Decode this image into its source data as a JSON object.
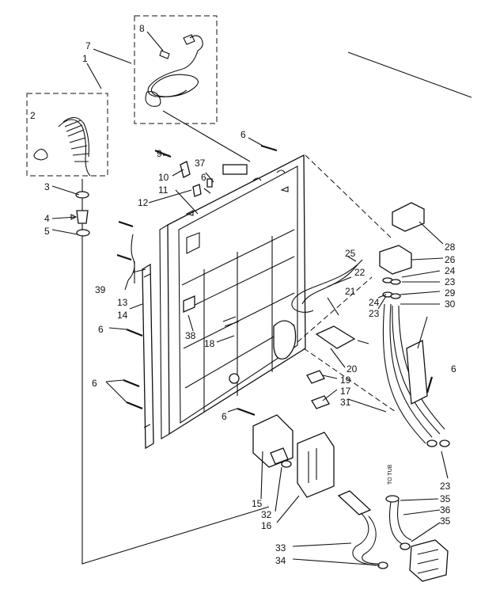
{
  "labels": {
    "l1": "1",
    "l2": "2",
    "l3": "3",
    "l4": "4",
    "l5": "5",
    "l6a": "6",
    "l6b": "6",
    "l6c": "6",
    "l6d": "6",
    "l6e": "6",
    "l6f": "6",
    "l7": "7",
    "l8": "8",
    "l9": "9",
    "l10": "10",
    "l11": "11",
    "l12": "12",
    "l13": "13",
    "l14": "14",
    "l15": "15",
    "l16": "16",
    "l17": "17",
    "l18": "18",
    "l19": "19",
    "l20": "20",
    "l21": "21",
    "l22": "22",
    "l23a": "23",
    "l23b": "23",
    "l23c": "23",
    "l24a": "24",
    "l24b": "24",
    "l25": "25",
    "l26": "26",
    "l28": "28",
    "l29": "29",
    "l30": "30",
    "l31": "31",
    "l32": "32",
    "l33": "33",
    "l34": "34",
    "l35a": "35",
    "l35b": "35",
    "l36": "36",
    "l37": "37",
    "l38": "38",
    "l39": "39",
    "to_tub": "TO TUB"
  }
}
